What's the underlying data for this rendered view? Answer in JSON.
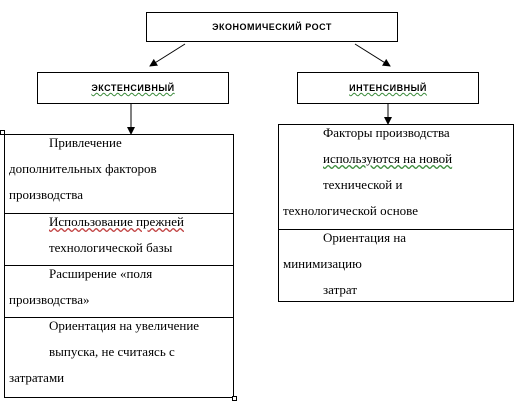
{
  "title": "ЭКОНОМИЧЕСКИЙ РОСТ",
  "left": {
    "header": "ЭКСТЕНСИВНЫЙ",
    "items": [
      {
        "lines": [
          "Привлечение",
          "дополнительных факторов",
          "производства"
        ]
      },
      {
        "lines": [
          "Использование прежней",
          "технологической базы"
        ]
      },
      {
        "lines": [
          "Расширение «поля",
          "производства»"
        ]
      },
      {
        "lines": [
          "Ориентация на увеличение",
          "выпуска, не считаясь с",
          "затратами"
        ]
      }
    ]
  },
  "right": {
    "header": "ИНТЕНСИВНЫЙ",
    "items": [
      {
        "lines": [
          "Факторы производства",
          "используются на новой",
          "технической и",
          "технологической основе"
        ]
      },
      {
        "lines": [
          "Ориентация на",
          "минимизацию",
          "затрат"
        ]
      }
    ]
  }
}
